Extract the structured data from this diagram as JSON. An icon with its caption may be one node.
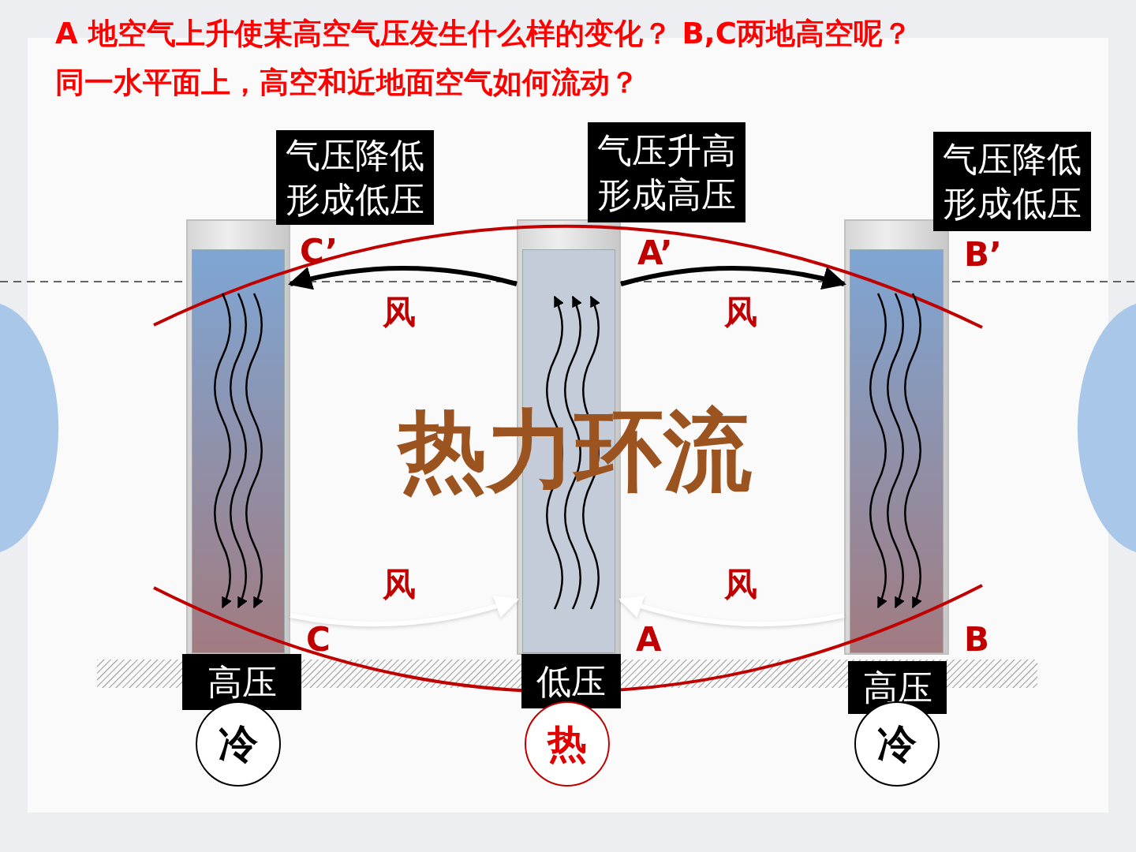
{
  "diagram": {
    "title": "A 地空气上升使某高空气压发生什么样的变化？ B,C两地高空呢？",
    "nodes": [
      {
        "text": [
          "气压降低形成低压"
        ]
      },
      {
        "text": [
          "气压升高形成高压"
        ]
      },
      {
        "text": [
          "气压降低形成低压"
        ]
      },
      {
        "text": [],
        "shape": "bar"
      },
      {
        "text": [],
        "shape": "bar"
      },
      {
        "text": [],
        "shape": "bar"
      },
      {
        "text": [
          "高压"
        ]
      },
      {
        "text": [
          "低压"
        ]
      },
      {
        "text": [
          "高压"
        ]
      },
      {
        "text": [
          "冷"
        ]
      },
      {
        "text": [
          "热"
        ]
      },
      {
        "text": [
          "冷"
        ]
      }
    ],
    "edges": [
      {
        "from": 4,
        "to": 3,
        "arrow": "to",
        "color": "#000000"
      },
      {
        "from": 4,
        "to": 5,
        "arrow": "to",
        "color": "#000000"
      },
      {
        "from": 3,
        "to": 4,
        "arrow": "to",
        "color": "#ffffff"
      },
      {
        "from": 5,
        "to": 4,
        "arrow": "to",
        "color": "#ffffff"
      }
    ],
    "labels": [
      "同一水平面上，高空和近地面空气如何流动？",
      "C’",
      "A’",
      "B’",
      "风",
      "风",
      "热力环流",
      "风",
      "风",
      "C",
      "A",
      "B"
    ]
  }
}
